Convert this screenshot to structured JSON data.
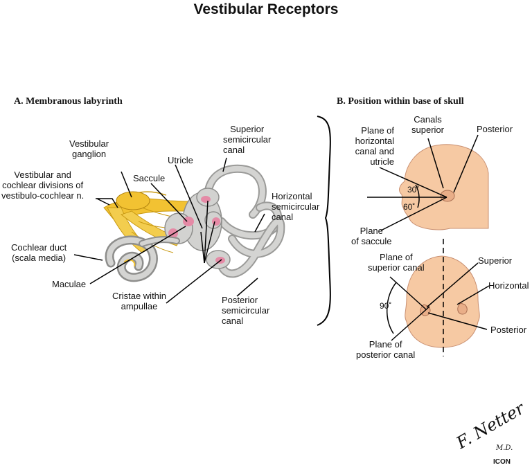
{
  "title": "Vestibular Receptors",
  "panel_a": {
    "heading": "A. Membranous labyrinth",
    "labels": {
      "superior_canal": [
        "Superior",
        "semicircular",
        "canal"
      ],
      "vestibular_ganglion": [
        "Vestibular",
        "ganglion"
      ],
      "utricle": "Utricle",
      "saccule": "Saccule",
      "vestibular_cochlear_divisions": [
        "Vestibular and",
        "cochlear divisions of",
        "vestibulo-cochlear n."
      ],
      "horizontal_canal": [
        "Horizontal",
        "semicircular",
        "canal"
      ],
      "cochlear_duct": [
        "Cochlear duct",
        "(scala media)"
      ],
      "maculae": "Maculae",
      "cristae": [
        "Cristae within",
        "ampullae"
      ],
      "posterior_canal": [
        "Posterior",
        "semicircular",
        "canal"
      ]
    }
  },
  "panel_b": {
    "heading": "B. Position within base of skull",
    "labels": {
      "plane_horizontal": [
        "Plane of",
        "horizontal",
        "canal and",
        "utricle"
      ],
      "canals_superior": [
        "Canals",
        "superior"
      ],
      "posterior_top": "Posterior",
      "angle_30": "30˚",
      "angle_60": "60˚",
      "plane_saccule": [
        "Plane",
        "of saccule"
      ],
      "plane_superior_canal": [
        "Plane of",
        "superior canal"
      ],
      "superior": "Superior",
      "horizontal": "Horizontal",
      "angle_90": "90˚",
      "posterior_bottom": "Posterior",
      "plane_posterior_canal": [
        "Plane of",
        "posterior canal"
      ]
    }
  },
  "signature": {
    "name": "F. Netter",
    "suffix": "M.D.",
    "brand": "ICON"
  },
  "colors": {
    "nerve": "#f2c232",
    "membrane": "#c9c9c7",
    "macula": "#e58aa6",
    "skin": "#f6c9a3"
  }
}
